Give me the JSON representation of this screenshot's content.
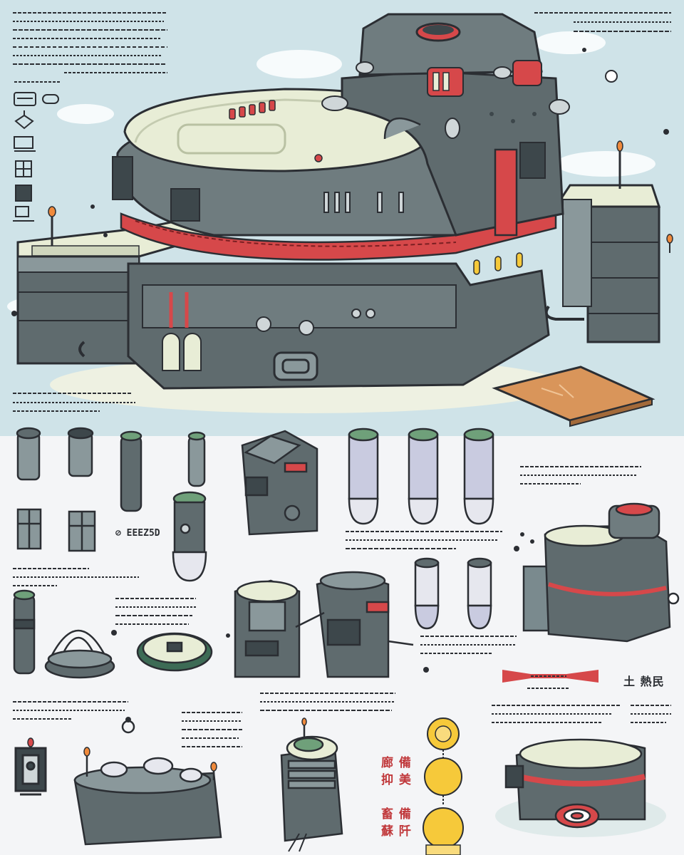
{
  "palette": {
    "sky": "#cfe3e8",
    "paper": "#f4f5f7",
    "hull": "#5f6b6e",
    "hull_dark": "#3d474b",
    "hull_light": "#8a989b",
    "deck": "#e8edd6",
    "stripe": "#d6484a",
    "ink": "#2b2e33",
    "accent_orange": "#f08a3c",
    "accent_yellow": "#f6c93a",
    "lavender": "#c9cbe0",
    "plank": "#d9955a"
  },
  "labels": {
    "kanji_right": "土 熱民",
    "red_mark_1": "廊 備",
    "red_mark_2": "抑 美",
    "red_mark_3": "畜 備",
    "red_mark_4": "蘇 阡",
    "part_tag": "⊘ EEEZ5D"
  },
  "icons": [
    "stadium-icon",
    "anchor-icon",
    "gate-icon",
    "grid-icon",
    "barrel-icon",
    "pump-icon",
    "bulb-icon",
    "key-lock-icon"
  ]
}
